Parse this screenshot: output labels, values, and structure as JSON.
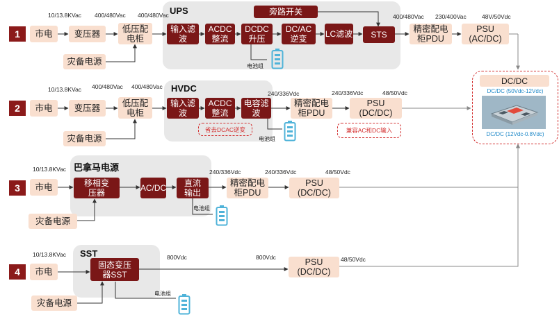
{
  "row1": {
    "num": "1",
    "group_title": "UPS",
    "grid": "市电",
    "transformer": "变压器",
    "lv_cabinet": "低压配电柜",
    "backup": "灾备电源",
    "input_filter": "输入滤波",
    "acdc": "ACDC整流",
    "dcdc": "DCDC升压",
    "dcac": "DC/AC逆变",
    "lc_filter": "LC滤波",
    "sts": "STS",
    "bypass": "旁路开关",
    "pdu": "精密配电柜PDU",
    "psu": "PSU (AC/DC)",
    "battery": "电池组",
    "v1": "10/13.8KVac",
    "v2": "400/480Vac",
    "v3": "400/480Vac",
    "v4": "400/480Vac",
    "v5": "230/400Vac",
    "v6": "48V/50Vdc"
  },
  "row2": {
    "num": "2",
    "group_title": "HVDC",
    "grid": "市电",
    "transformer": "变压器",
    "lv_cabinet": "低压配电柜",
    "backup": "灾备电源",
    "input_filter": "输入滤波",
    "acdc": "ACDC整流",
    "cap_filter": "电容滤波",
    "pdu": "精密配电柜PDU",
    "psu": "PSU (DC/DC)",
    "battery": "电池组",
    "note1": "省去DCAC逆变",
    "note2": "兼容AC和DC输入",
    "v1": "10/13.8KVac",
    "v2": "400/480Vac",
    "v3": "400/480Vac",
    "v4": "240/336Vdc",
    "v5": "240/336Vdc",
    "v6": "48/50Vdc"
  },
  "row3": {
    "num": "3",
    "group_title": "巴拿马电源",
    "grid": "市电",
    "backup": "灾备电源",
    "phase_transformer": "移相变压器",
    "acdc": "AC/DC",
    "dc_output": "直流输出",
    "pdu": "精密配电柜PDU",
    "psu": "PSU (DC/DC)",
    "battery": "电池组",
    "v1": "10/13.8KVac",
    "v2": "240/336Vdc",
    "v3": "240/336Vdc",
    "v4": "48/50Vdc"
  },
  "row4": {
    "num": "4",
    "group_title": "SST",
    "grid": "市电",
    "backup": "灾备电源",
    "sst": "固态变压器SST",
    "psu": "PSU (DC/DC)",
    "battery": "电池组",
    "v1": "10/13.8KVac",
    "v2": "800Vdc",
    "v3": "800Vdc",
    "v4": "48/50Vdc"
  },
  "dcdc_panel": {
    "title": "DC/DC",
    "line1": "DC/DC (50Vdc-12Vdc)",
    "line2": "DC/DC (12Vdc-0.8Vdc)"
  },
  "colors": {
    "dark_box": "#7a1717",
    "pale_box": "#f9dfcf",
    "group_bg": "#e8e8e8",
    "accent_red": "#d32f2f",
    "battery": "#4fb3d9"
  }
}
